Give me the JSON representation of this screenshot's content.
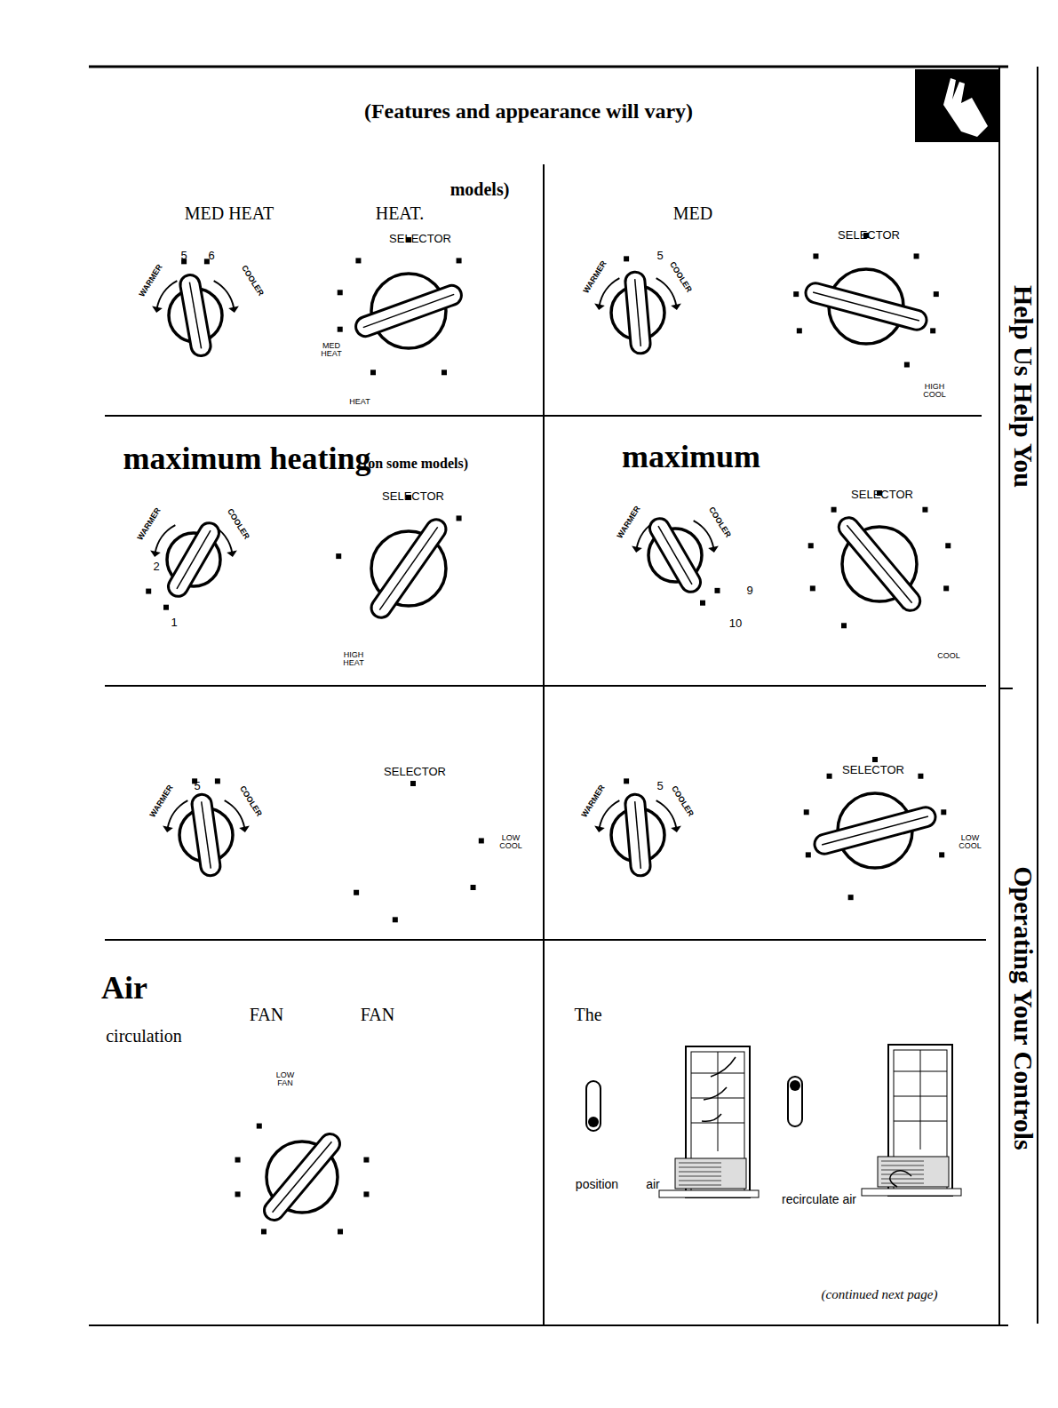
{
  "diagram": {
    "title": "(Features and appearance will vary)",
    "labels": [
      "Help Us Help You",
      "Operating Your Controls",
      "models)",
      "MED HEAT",
      "HEAT.",
      "5",
      "6",
      "WARMER",
      "COOLER",
      "SELECTOR",
      "MED HEAT",
      "HEAT",
      "MED",
      "5",
      "WARMER",
      "COOLER",
      "SELECTOR",
      "HIGH COOL",
      "maximum heating",
      "(on some models)",
      "WARMER",
      "COOLER",
      "2",
      "1",
      "SELECTOR",
      "HIGH HEAT",
      "maximum",
      "WARMER",
      "COOLER",
      "9",
      "10",
      "SELECTOR",
      "COOL",
      "5",
      "WARMER",
      "COOLER",
      "SELECTOR",
      "LOW COOL",
      "5",
      "WARMER",
      "COOLER",
      "SELECTOR",
      "LOW COOL",
      "Air",
      "FAN",
      "FAN",
      "circulation",
      "LOW FAN",
      "The",
      "position",
      "air",
      "recirculate air",
      "(continued next page)"
    ]
  }
}
